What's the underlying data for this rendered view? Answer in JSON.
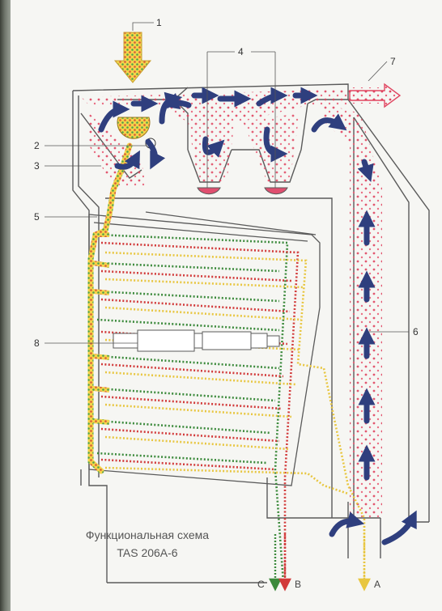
{
  "labels": {
    "l1": "1",
    "l2": "2",
    "l3": "3",
    "l4": "4",
    "l5": "5",
    "l6": "6",
    "l7": "7",
    "l8": "8"
  },
  "caption": {
    "line1": "Функциональная схема",
    "line2": "TAS 206A-6"
  },
  "ports": {
    "c": "C",
    "b": "B",
    "a": "A"
  },
  "colors": {
    "outline": "#5a5a5a",
    "flow_arrow": "#2f3f7e",
    "air_dots": "#e04560",
    "green_line": "#3c8a3c",
    "red_line": "#d23a3a",
    "yellow_line": "#e8c640",
    "product_arrow": "#d8b640"
  }
}
